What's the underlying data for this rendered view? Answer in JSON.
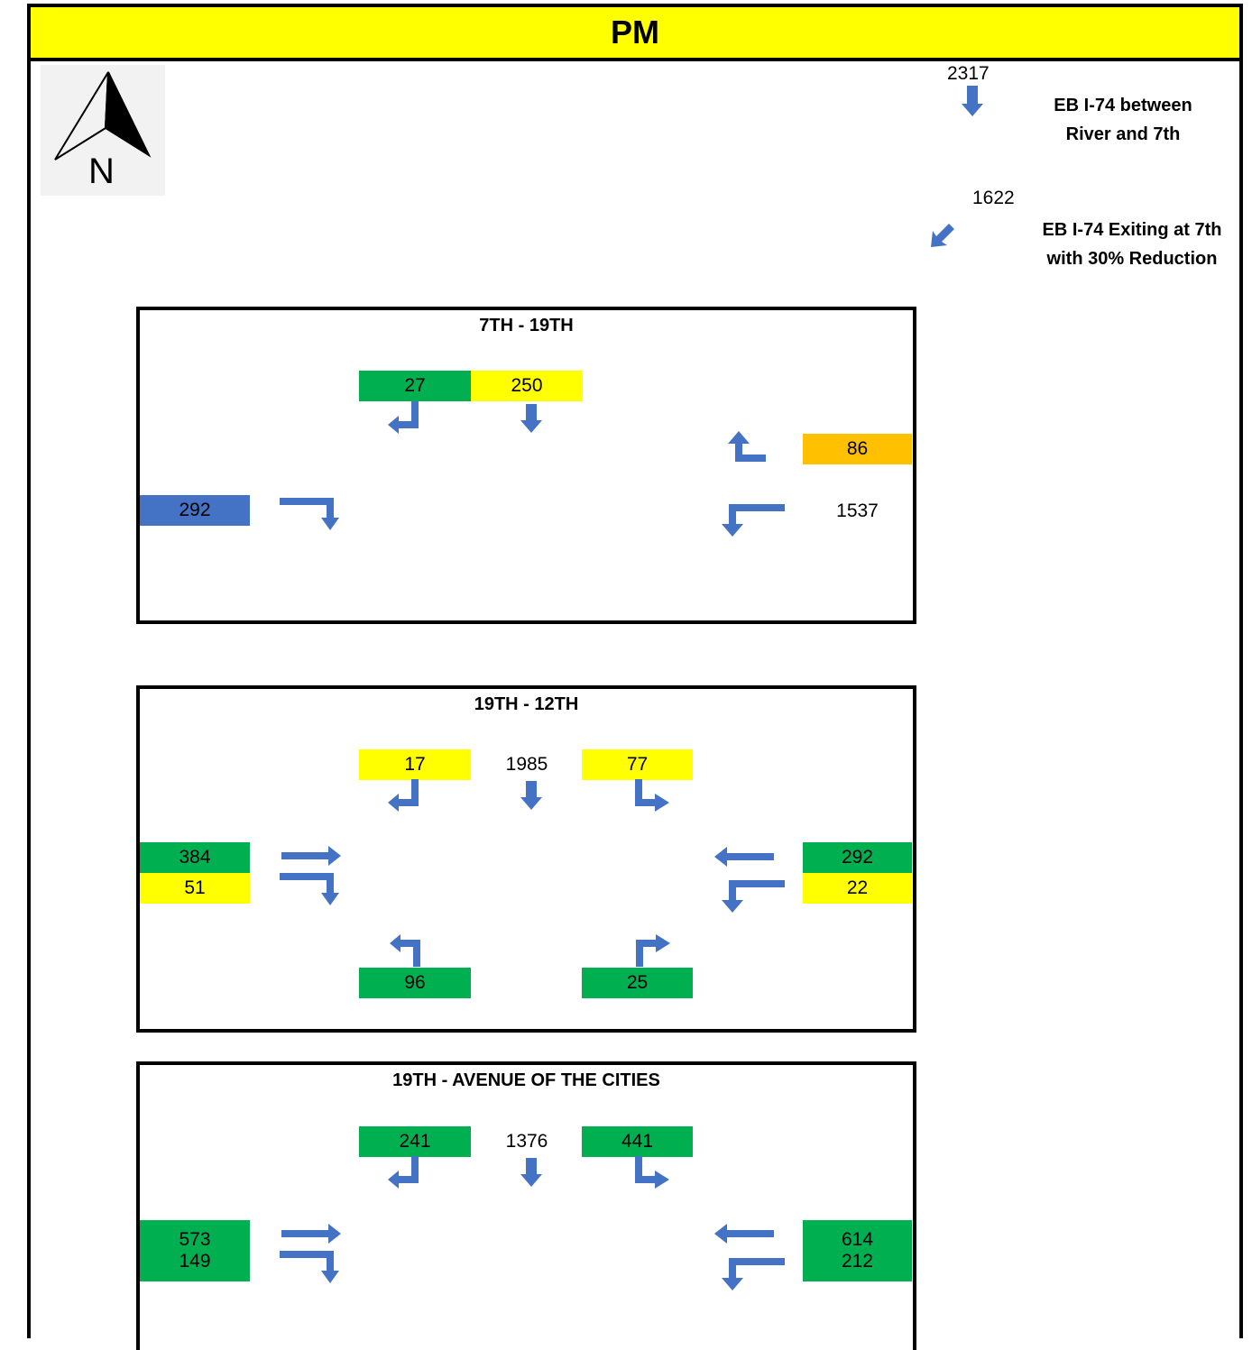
{
  "title": "PM",
  "compass": {
    "label": "N"
  },
  "header_notes": [
    {
      "value": "2317",
      "label_lines": [
        "EB I-74 between",
        "River and 7th"
      ]
    },
    {
      "value": "1622",
      "label_lines": [
        "EB I-74 Exiting at 7th",
        "with 30% Reduction"
      ]
    }
  ],
  "colors": {
    "green": "#00b050",
    "yellow": "#ffff00",
    "orange": "#ffc000",
    "blue": "#4472c4",
    "arrow": "#4472c4"
  },
  "intersections": [
    {
      "name": "7TH - 19TH",
      "south_bound": {
        "left": "27",
        "through": "250"
      },
      "west_bound": {
        "right": "86",
        "left": "1537"
      },
      "east_bound": {
        "right": "292"
      }
    },
    {
      "name": "19TH - 12TH",
      "south_bound": {
        "left": "17",
        "through": "1985",
        "right": "77"
      },
      "east_bound": {
        "through": "384",
        "right": "51"
      },
      "west_bound": {
        "through": "292",
        "left": "22"
      },
      "north_bound": {
        "left": "96",
        "right": "25"
      }
    },
    {
      "name": "19TH - AVENUE OF THE CITIES",
      "south_bound": {
        "left": "241",
        "through": "1376",
        "right": "441"
      },
      "east_bound": {
        "through": "573",
        "right": "149"
      },
      "west_bound": {
        "through": "614",
        "left": "212"
      }
    }
  ]
}
